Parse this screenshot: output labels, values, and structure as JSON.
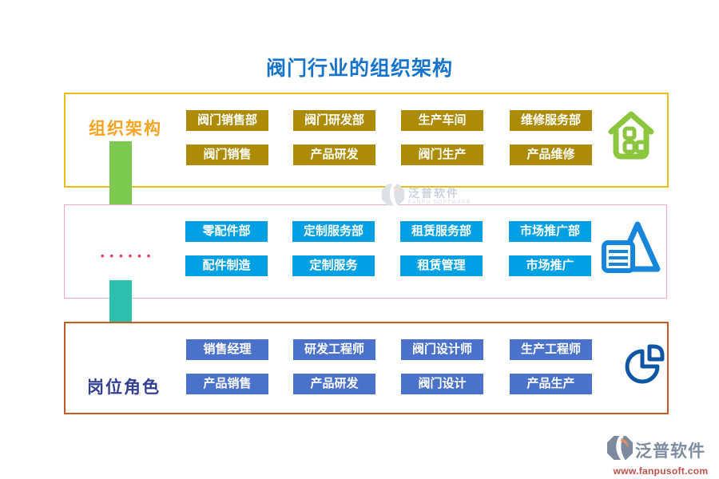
{
  "title": "阀门行业的组织架构",
  "sections": [
    {
      "label": "组织架构",
      "icon": "house-org-icon",
      "row1": [
        "阀门销售部",
        "阀门研发部",
        "生产车间",
        "维修服务部"
      ],
      "row2": [
        "阀门销售",
        "产品研发",
        "阀门生产",
        "产品维修"
      ]
    },
    {
      "label": "••••••",
      "icon": "pyramid-list-icon",
      "row1": [
        "零配件部",
        "定制服务部",
        "租赁服务部",
        "市场推广部"
      ],
      "row2": [
        "配件制造",
        "定制服务",
        "租赁管理",
        "市场推广"
      ]
    },
    {
      "label": "岗位角色",
      "icon": "pie-chart-icon",
      "row1": [
        "销售经理",
        "研发工程师",
        "阀门设计师",
        "生产工程师"
      ],
      "row2": [
        "产品销售",
        "产品研发",
        "阀门设计",
        "产品生产"
      ]
    }
  ],
  "watermark": {
    "name": "泛普软件",
    "sub": "FANPU SOFTWARE"
  },
  "footer": {
    "name": "泛普软件",
    "url": "www.fanpusoft.com"
  },
  "colors": {
    "title_blue": "#1873CB",
    "box1_border": "#E9BD15",
    "box2_border": "#F4A9BF",
    "box3_border": "#C45C26",
    "chip_gold": "#AD8B05",
    "chip_cyan": "#00A0E4",
    "chip_royal": "#4A72CB",
    "label_gold": "#F6A41F",
    "label_navy": "#333F91",
    "dots_red": "#E8395C",
    "arrow_green": "#7CC94F",
    "arrow_teal": "#2CBFAD",
    "house_icon_green": "#8CC63E",
    "pyramid_icon_blue": "#1586DB",
    "pie_icon_blue": "#0E56A5"
  }
}
